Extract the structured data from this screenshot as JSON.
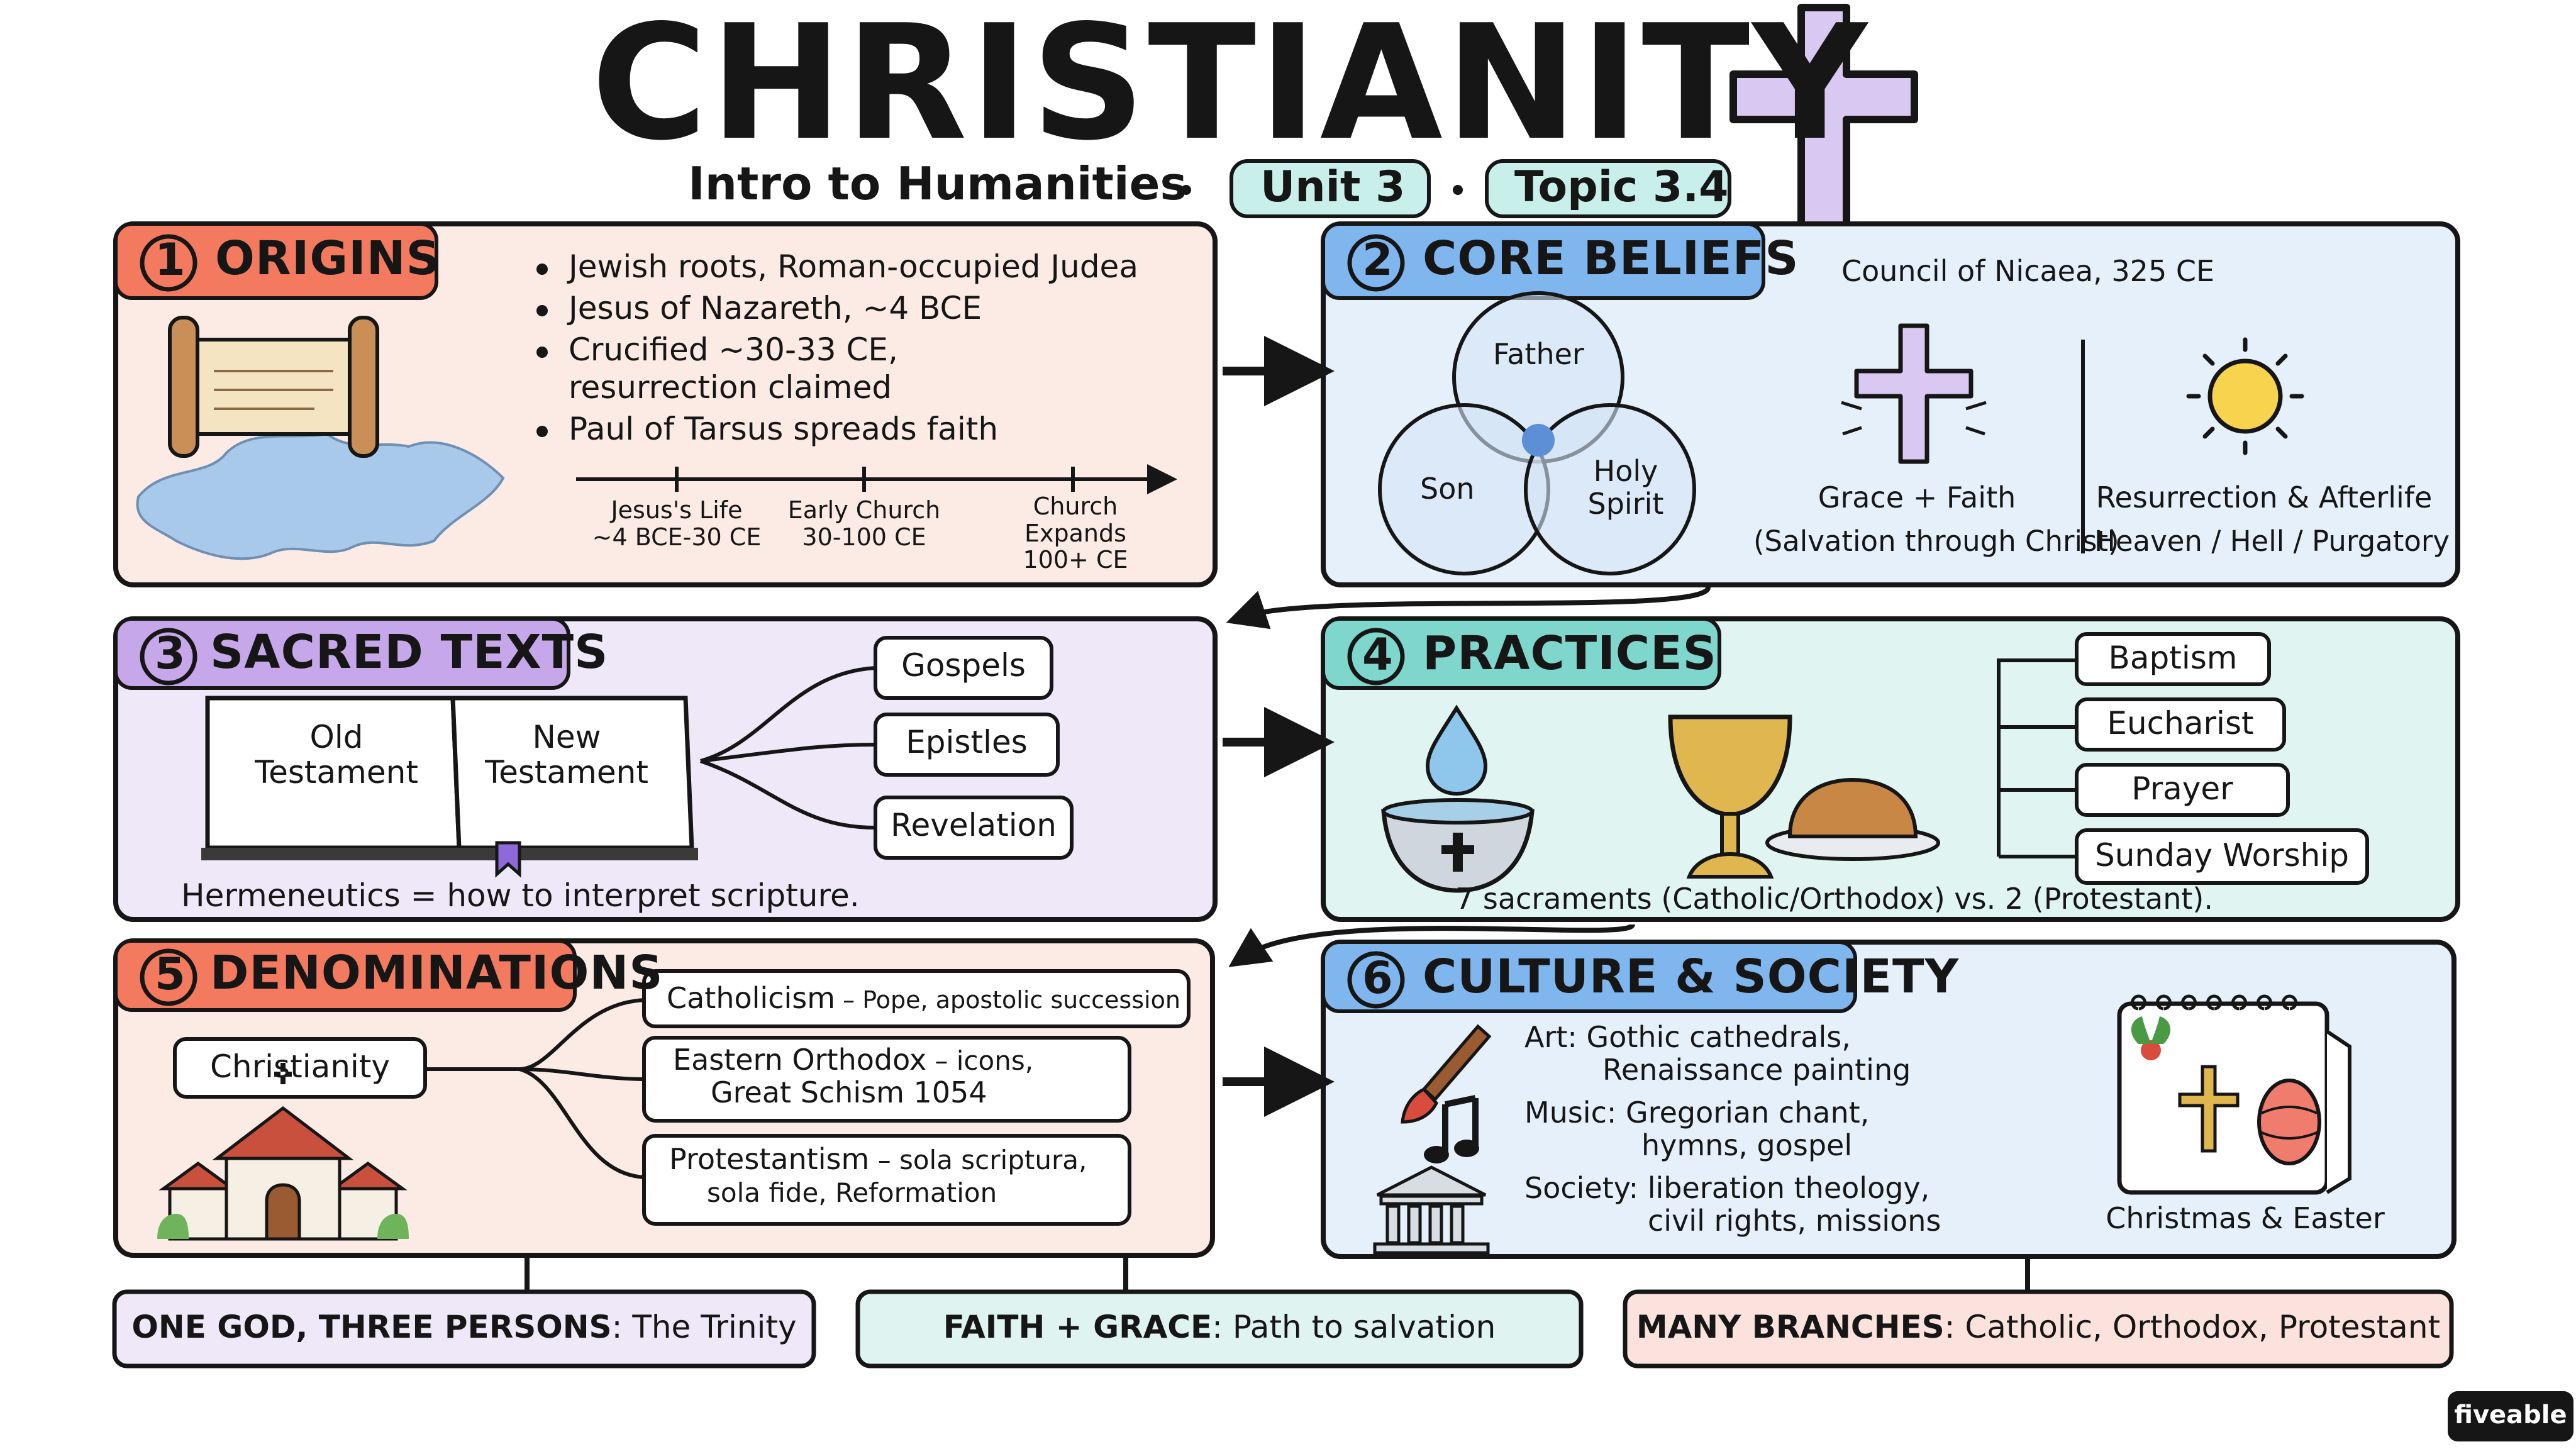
{
  "header": {
    "title": "CHRISTIANITY",
    "subtitle": "Intro to Humanities",
    "unit_pill": "Unit 3",
    "topic_pill": "Topic 3.4"
  },
  "colors": {
    "origins": "#fcebe4",
    "origins_tab": "#f47a5f",
    "beliefs": "#e6f0fb",
    "beliefs_tab": "#7fb6ee",
    "texts": "#efe8f8",
    "texts_tab": "#c6a8ea",
    "practices": "#e0f5f2",
    "practices_tab": "#7fd6cc",
    "denominations": "#fcebe4",
    "denominations_tab": "#f47a5f",
    "culture": "#e6f0fb",
    "culture_tab": "#7fb6ee",
    "cross": "#d9c8f2",
    "sun": "#f8d44e",
    "ink": "#161616"
  },
  "origins": {
    "number": "1",
    "title": "ORIGINS",
    "bullets": [
      "Jewish roots, Roman-occupied Judea",
      "Jesus of Nazareth, ~4 BCE",
      "Crucified ~30-33 CE,",
      "resurrection claimed",
      "Paul of Tarsus spreads faith"
    ],
    "timeline": {
      "t1_line1": "Jesus's Life",
      "t1_line2": "~4 BCE-30 CE",
      "t2_line1": "Early Church",
      "t2_line2": "30-100 CE",
      "t3_line1": "Church",
      "t3_line2": "Expands",
      "t3_line3": "100+ CE"
    }
  },
  "beliefs": {
    "number": "2",
    "title": "CORE BELIEFS",
    "council": "Council of Nicaea, 325 CE",
    "trinity": {
      "father": "Father",
      "son": "Son",
      "spirit_line1": "Holy",
      "spirit_line2": "Spirit"
    },
    "grace_title": "Grace + Faith",
    "grace_sub": "(Salvation through Christ)",
    "resurrection_title": "Resurrection & Afterlife",
    "resurrection_sub": "Heaven / Hell / Purgatory"
  },
  "texts": {
    "number": "3",
    "title": "SACRED TEXTS",
    "old_line1": "Old",
    "old_line2": "Testament",
    "new_line1": "New",
    "new_line2": "Testament",
    "branches": [
      "Gospels",
      "Epistles",
      "Revelation"
    ],
    "hermeneutics": "Hermeneutics = how to interpret scripture."
  },
  "practices": {
    "number": "4",
    "title": "PRACTICES",
    "items": [
      "Baptism",
      "Eucharist",
      "Prayer",
      "Sunday Worship"
    ],
    "sacraments": "7 sacraments (Catholic/Orthodox) vs. 2 (Protestant)."
  },
  "denominations": {
    "number": "5",
    "title": "DENOMINATIONS",
    "root": "Christianity",
    "b1_name": "Catholicism",
    "b1_desc": " – Pope, apostolic succession",
    "b2_name": "Eastern Orthodox",
    "b2_desc": " – icons,",
    "b2_line2": "Great Schism 1054",
    "b3_name": "Protestantism",
    "b3_desc": " – sola scriptura,",
    "b3_line2": "sola fide, Reformation"
  },
  "culture": {
    "number": "6",
    "title": "CULTURE & SOCIETY",
    "art_label": "Art:",
    "art_line1": "Gothic cathedrals,",
    "art_line2": "Renaissance painting",
    "music_label": "Music:",
    "music_line1": "Gregorian chant,",
    "music_line2": "hymns, gospel",
    "society_label": "Society:",
    "society_line1": "liberation theology,",
    "society_line2": "civil rights, missions",
    "holidays": "Christmas & Easter"
  },
  "footer": {
    "f1_bold": "ONE GOD, THREE PERSONS",
    "f1_rest": ": The Trinity",
    "f2_bold": "FAITH + GRACE",
    "f2_rest": ":  Path to salvation",
    "f3_bold": "MANY BRANCHES",
    "f3_rest": ": Catholic, Orthodox, Protestant",
    "f1_color": "#efe8f8",
    "f2_color": "#dff3f1",
    "f3_color": "#fce2dc"
  },
  "brand": "fiveable"
}
